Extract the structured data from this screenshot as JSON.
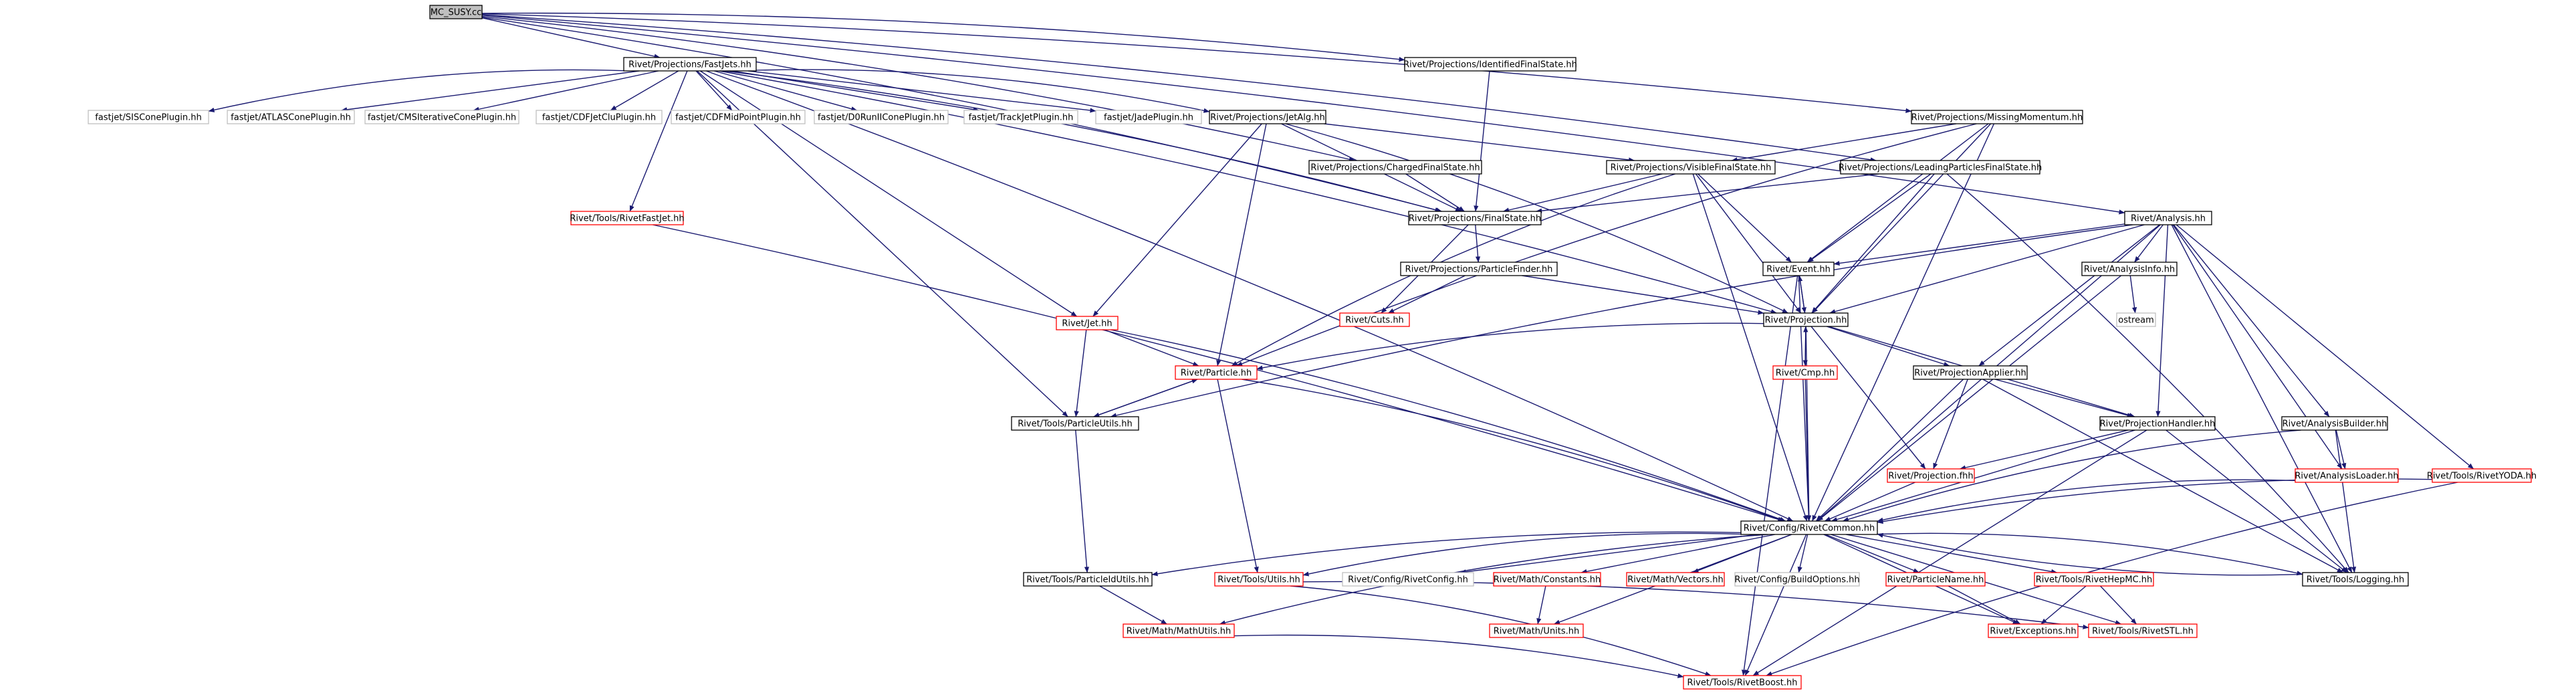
{
  "graph": {
    "colors": {
      "edge": "#191970",
      "node_border": "#000000",
      "node_border_missing": "#ff0000",
      "node_border_external": "#bfbfbf",
      "node_fill_root": "#bfbfbf",
      "node_fill": "#ffffff"
    },
    "nodes": [
      {
        "id": "mc_susy",
        "label": "MC_SUSY.cc",
        "kind": "root"
      },
      {
        "id": "fastjets",
        "label": "Rivet/Projections/FastJets.hh",
        "kind": "normal"
      },
      {
        "id": "idfs",
        "label": "Rivet/Projections/IdentifiedFinalState.hh",
        "kind": "normal"
      },
      {
        "id": "missmom",
        "label": "Rivet/Projections/MissingMomentum.hh",
        "kind": "normal"
      },
      {
        "id": "fj_siscone",
        "label": "fastjet/SISConePlugin.hh",
        "kind": "external"
      },
      {
        "id": "fj_atlas",
        "label": "fastjet/ATLASConePlugin.hh",
        "kind": "external"
      },
      {
        "id": "fj_cms",
        "label": "fastjet/CMSIterativeConePlugin.hh",
        "kind": "external"
      },
      {
        "id": "fj_cdfclu",
        "label": "fastjet/CDFJetCluPlugin.hh",
        "kind": "external"
      },
      {
        "id": "fj_cdfmid",
        "label": "fastjet/CDFMidPointPlugin.hh",
        "kind": "external"
      },
      {
        "id": "fj_d0",
        "label": "fastjet/D0RunIIConePlugin.hh",
        "kind": "external"
      },
      {
        "id": "fj_track",
        "label": "fastjet/TrackJetPlugin.hh",
        "kind": "external"
      },
      {
        "id": "fj_jade",
        "label": "fastjet/JadePlugin.hh",
        "kind": "external"
      },
      {
        "id": "jetalg",
        "label": "Rivet/Projections/JetAlg.hh",
        "kind": "normal"
      },
      {
        "id": "chfs",
        "label": "Rivet/Projections/ChargedFinalState.hh",
        "kind": "normal"
      },
      {
        "id": "visfs",
        "label": "Rivet/Projections/VisibleFinalState.hh",
        "kind": "normal"
      },
      {
        "id": "lpfs",
        "label": "Rivet/Projections/LeadingParticlesFinalState.hh",
        "kind": "normal"
      },
      {
        "id": "rivetfastjet",
        "label": "Rivet/Tools/RivetFastJet.hh",
        "kind": "missing"
      },
      {
        "id": "finalstate",
        "label": "Rivet/Projections/FinalState.hh",
        "kind": "normal"
      },
      {
        "id": "analysis",
        "label": "Rivet/Analysis.hh",
        "kind": "normal"
      },
      {
        "id": "pfinder",
        "label": "Rivet/Projections/ParticleFinder.hh",
        "kind": "normal"
      },
      {
        "id": "event",
        "label": "Rivet/Event.hh",
        "kind": "normal"
      },
      {
        "id": "analysisinfo",
        "label": "Rivet/AnalysisInfo.hh",
        "kind": "normal"
      },
      {
        "id": "ostream",
        "label": "ostream",
        "kind": "external"
      },
      {
        "id": "cuts",
        "label": "Rivet/Cuts.hh",
        "kind": "missing"
      },
      {
        "id": "projection",
        "label": "Rivet/Projection.hh",
        "kind": "normal"
      },
      {
        "id": "jet",
        "label": "Rivet/Jet.hh",
        "kind": "missing"
      },
      {
        "id": "particle",
        "label": "Rivet/Particle.hh",
        "kind": "missing"
      },
      {
        "id": "cmp",
        "label": "Rivet/Cmp.hh",
        "kind": "missing"
      },
      {
        "id": "projapplier",
        "label": "Rivet/ProjectionApplier.hh",
        "kind": "normal"
      },
      {
        "id": "particleutils",
        "label": "Rivet/Tools/ParticleUtils.hh",
        "kind": "normal"
      },
      {
        "id": "projhandler",
        "label": "Rivet/ProjectionHandler.hh",
        "kind": "normal"
      },
      {
        "id": "analysisbuilder",
        "label": "Rivet/AnalysisBuilder.hh",
        "kind": "normal"
      },
      {
        "id": "projfhh",
        "label": "Rivet/Projection.fhh",
        "kind": "missing"
      },
      {
        "id": "analysisloader",
        "label": "Rivet/AnalysisLoader.hh",
        "kind": "missing"
      },
      {
        "id": "rivetyoda",
        "label": "Rivet/Tools/RivetYODA.hh",
        "kind": "missing"
      },
      {
        "id": "rivetcommon",
        "label": "Rivet/Config/RivetCommon.hh",
        "kind": "normal"
      },
      {
        "id": "pidutils",
        "label": "Rivet/Tools/ParticleIdUtils.hh",
        "kind": "normal"
      },
      {
        "id": "toolsutils",
        "label": "Rivet/Tools/Utils.hh",
        "kind": "missing"
      },
      {
        "id": "rivetconfig",
        "label": "Rivet/Config/RivetConfig.hh",
        "kind": "external"
      },
      {
        "id": "mathconst",
        "label": "Rivet/Math/Constants.hh",
        "kind": "missing"
      },
      {
        "id": "mathvectors",
        "label": "Rivet/Math/Vectors.hh",
        "kind": "missing"
      },
      {
        "id": "buildopts",
        "label": "Rivet/Config/BuildOptions.hh",
        "kind": "external"
      },
      {
        "id": "particlename",
        "label": "Rivet/ParticleName.hh",
        "kind": "missing"
      },
      {
        "id": "hepmc",
        "label": "Rivet/Tools/RivetHepMC.hh",
        "kind": "missing"
      },
      {
        "id": "logging",
        "label": "Rivet/Tools/Logging.hh",
        "kind": "normal"
      },
      {
        "id": "mathutils",
        "label": "Rivet/Math/MathUtils.hh",
        "kind": "missing"
      },
      {
        "id": "mathunits",
        "label": "Rivet/Math/Units.hh",
        "kind": "missing"
      },
      {
        "id": "exceptions",
        "label": "Rivet/Exceptions.hh",
        "kind": "missing"
      },
      {
        "id": "rivetstl",
        "label": "Rivet/Tools/RivetSTL.hh",
        "kind": "missing"
      },
      {
        "id": "rivetboost",
        "label": "Rivet/Tools/RivetBoost.hh",
        "kind": "missing"
      }
    ],
    "edges": [
      [
        "mc_susy",
        "fastjets"
      ],
      [
        "mc_susy",
        "idfs"
      ],
      [
        "mc_susy",
        "missmom"
      ],
      [
        "mc_susy",
        "analysis"
      ],
      [
        "mc_susy",
        "lpfs"
      ],
      [
        "mc_susy",
        "chfs"
      ],
      [
        "mc_susy",
        "finalstate"
      ],
      [
        "fastjets",
        "fj_siscone"
      ],
      [
        "fastjets",
        "fj_atlas"
      ],
      [
        "fastjets",
        "fj_cms"
      ],
      [
        "fastjets",
        "fj_cdfclu"
      ],
      [
        "fastjets",
        "fj_cdfmid"
      ],
      [
        "fastjets",
        "fj_d0"
      ],
      [
        "fastjets",
        "fj_track"
      ],
      [
        "fastjets",
        "fj_jade"
      ],
      [
        "fastjets",
        "jetalg"
      ],
      [
        "fastjets",
        "rivetfastjet"
      ],
      [
        "fastjets",
        "jet"
      ],
      [
        "fastjets",
        "particleutils"
      ],
      [
        "fastjets",
        "projection"
      ],
      [
        "fastjets",
        "finalstate"
      ],
      [
        "fastjets",
        "rivetcommon"
      ],
      [
        "idfs",
        "finalstate"
      ],
      [
        "missmom",
        "visfs"
      ],
      [
        "missmom",
        "event"
      ],
      [
        "missmom",
        "projection"
      ],
      [
        "missmom",
        "rivetcommon"
      ],
      [
        "missmom",
        "particle"
      ],
      [
        "jetalg",
        "visfs"
      ],
      [
        "jetalg",
        "finalstate"
      ],
      [
        "jetalg",
        "particle"
      ],
      [
        "jetalg",
        "jet"
      ],
      [
        "jetalg",
        "projection"
      ],
      [
        "chfs",
        "finalstate"
      ],
      [
        "visfs",
        "finalstate"
      ],
      [
        "visfs",
        "event"
      ],
      [
        "visfs",
        "projection"
      ],
      [
        "visfs",
        "particle"
      ],
      [
        "visfs",
        "rivetcommon"
      ],
      [
        "lpfs",
        "finalstate"
      ],
      [
        "lpfs",
        "event"
      ],
      [
        "lpfs",
        "projection"
      ],
      [
        "lpfs",
        "logging"
      ],
      [
        "rivetfastjet",
        "rivetcommon"
      ],
      [
        "finalstate",
        "pfinder"
      ],
      [
        "finalstate",
        "cuts"
      ],
      [
        "pfinder",
        "cuts"
      ],
      [
        "pfinder",
        "projection"
      ],
      [
        "analysis",
        "event"
      ],
      [
        "analysis",
        "analysisinfo"
      ],
      [
        "analysis",
        "projection"
      ],
      [
        "analysis",
        "projapplier"
      ],
      [
        "analysis",
        "projhandler"
      ],
      [
        "analysis",
        "analysisbuilder"
      ],
      [
        "analysis",
        "analysisloader"
      ],
      [
        "analysis",
        "rivetyoda"
      ],
      [
        "analysis",
        "rivetcommon"
      ],
      [
        "analysis",
        "logging"
      ],
      [
        "analysis",
        "particleutils"
      ],
      [
        "analysisinfo",
        "ostream"
      ],
      [
        "analysisinfo",
        "rivetcommon"
      ],
      [
        "event",
        "projection"
      ],
      [
        "event",
        "rivetcommon"
      ],
      [
        "event",
        "rivetboost"
      ],
      [
        "projection",
        "event"
      ],
      [
        "projection",
        "cmp"
      ],
      [
        "projection",
        "projapplier"
      ],
      [
        "projection",
        "projhandler"
      ],
      [
        "projection",
        "projfhh"
      ],
      [
        "projection",
        "rivetcommon"
      ],
      [
        "projection",
        "particle"
      ],
      [
        "cmp",
        "projection"
      ],
      [
        "cmp",
        "rivetcommon"
      ],
      [
        "jet",
        "particle"
      ],
      [
        "jet",
        "particleutils"
      ],
      [
        "jet",
        "rivetcommon"
      ],
      [
        "particle",
        "particleutils"
      ],
      [
        "particle",
        "toolsutils"
      ],
      [
        "particle",
        "rivetcommon"
      ],
      [
        "particleutils",
        "particle"
      ],
      [
        "particleutils",
        "pidutils"
      ],
      [
        "projapplier",
        "projhandler"
      ],
      [
        "projapplier",
        "projfhh"
      ],
      [
        "projapplier",
        "rivetcommon"
      ],
      [
        "projapplier",
        "logging"
      ],
      [
        "projhandler",
        "projfhh"
      ],
      [
        "projhandler",
        "rivetcommon"
      ],
      [
        "projhandler",
        "logging"
      ],
      [
        "projhandler",
        "rivetboost"
      ],
      [
        "analysisbuilder",
        "analysisloader"
      ],
      [
        "analysisbuilder",
        "rivetcommon"
      ],
      [
        "analysisbuilder",
        "logging"
      ],
      [
        "analysisloader",
        "rivetcommon"
      ],
      [
        "rivetyoda",
        "rivetcommon"
      ],
      [
        "rivetyoda",
        "rivetboost"
      ],
      [
        "projfhh",
        "rivetcommon"
      ],
      [
        "rivetcommon",
        "pidutils"
      ],
      [
        "rivetcommon",
        "toolsutils"
      ],
      [
        "rivetcommon",
        "rivetconfig"
      ],
      [
        "rivetcommon",
        "mathconst"
      ],
      [
        "rivetcommon",
        "mathvectors"
      ],
      [
        "rivetcommon",
        "buildopts"
      ],
      [
        "rivetcommon",
        "particlename"
      ],
      [
        "rivetcommon",
        "hepmc"
      ],
      [
        "rivetcommon",
        "logging"
      ],
      [
        "rivetcommon",
        "mathutils"
      ],
      [
        "rivetcommon",
        "mathunits"
      ],
      [
        "rivetcommon",
        "exceptions"
      ],
      [
        "rivetcommon",
        "rivetstl"
      ],
      [
        "rivetcommon",
        "rivetboost"
      ],
      [
        "logging",
        "rivetcommon"
      ],
      [
        "pidutils",
        "mathutils"
      ],
      [
        "toolsutils",
        "rivetstl"
      ],
      [
        "toolsutils",
        "rivetboost"
      ],
      [
        "mathconst",
        "mathunits"
      ],
      [
        "particlename",
        "exceptions"
      ],
      [
        "hepmc",
        "exceptions"
      ],
      [
        "hepmc",
        "rivetstl"
      ],
      [
        "mathutils",
        "rivetboost"
      ]
    ]
  }
}
